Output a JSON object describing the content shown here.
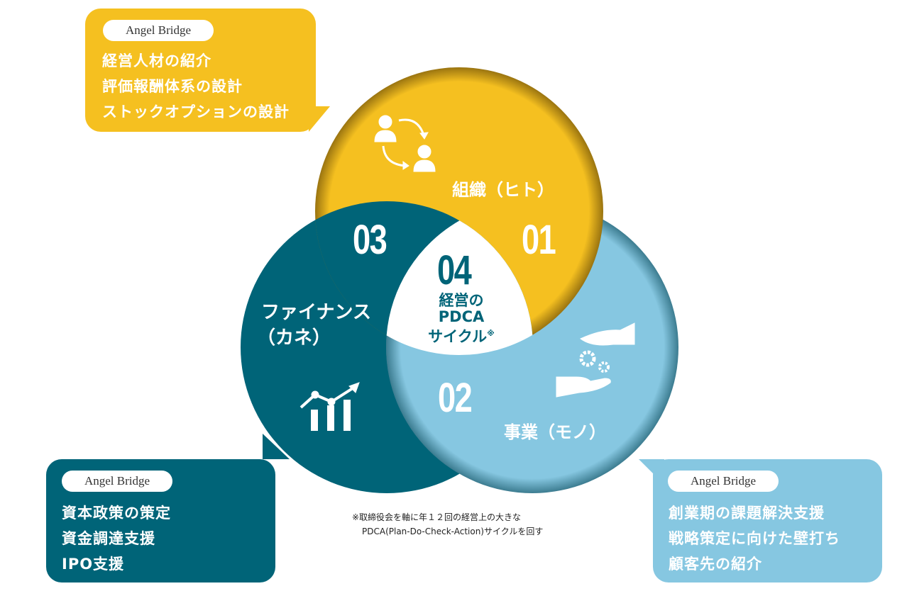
{
  "colors": {
    "yellow": "#f5c020",
    "teal": "#006478",
    "lightblue": "#86c7e1"
  },
  "callouts": {
    "people": {
      "badge": "Angel Bridge",
      "lines": [
        "経営人材の紹介",
        "評価報酬体系の設計",
        "ストックオプションの設計"
      ]
    },
    "finance": {
      "badge": "Angel Bridge",
      "lines": [
        "資本政策の策定",
        "資金調達支援",
        "IPO支援"
      ]
    },
    "business": {
      "badge": "Angel Bridge",
      "lines": [
        "創業期の課題解決支援",
        "戦略策定に向けた壁打ち",
        "顧客先の紹介"
      ]
    }
  },
  "circles": {
    "people": {
      "number": "01",
      "label": "組織（ヒト）"
    },
    "business": {
      "number": "02",
      "label": "事業（モノ）"
    },
    "finance": {
      "number": "03",
      "label_line1": "ファイナンス",
      "label_line2": "（カネ）"
    },
    "center": {
      "number": "04",
      "line1": "経営の",
      "line2": "PDCA",
      "line3": "サイクル",
      "mark": "※"
    }
  },
  "note": {
    "line1": "※取締役会を軸に年１２回の経営上の大きな",
    "line2": "PDCA(Plan-Do-Check-Action)サイクルを回す"
  }
}
